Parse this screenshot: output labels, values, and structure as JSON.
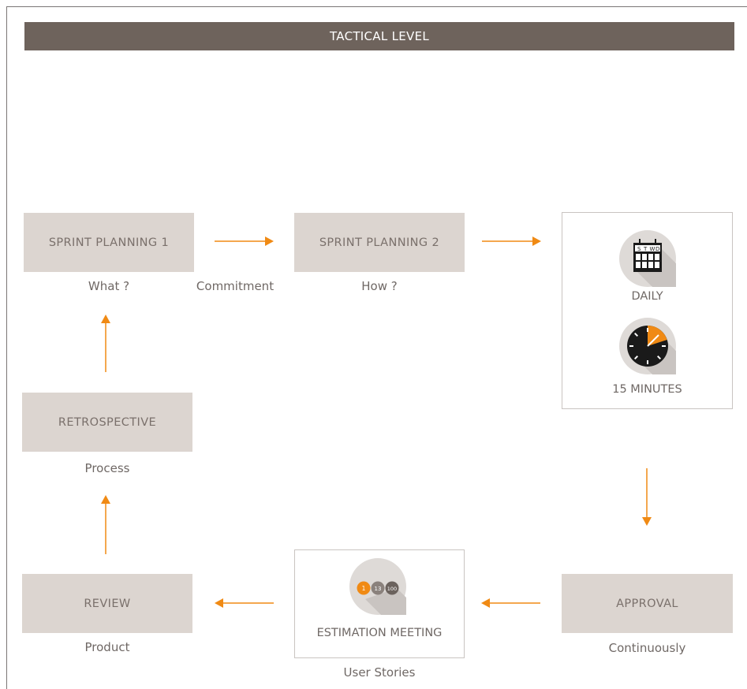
{
  "header": {
    "title": "TACTICAL LEVEL"
  },
  "nodes": {
    "sprint_planning_1": {
      "label": "SPRINT  PLANNING 1",
      "caption": "What ?"
    },
    "sprint_planning_2": {
      "label": "SPRINT  PLANNING 2",
      "caption": "How ?"
    },
    "daily": {
      "label": "DAILY",
      "duration": "15 MINUTES",
      "calendar_letters": [
        "S",
        "T",
        "W",
        "D"
      ]
    },
    "approval": {
      "label": "APPROVAL",
      "caption": "Continuously"
    },
    "estimation_meeting": {
      "label": "ESTIMATION MEETING",
      "caption": "User Stories",
      "chips": [
        "1",
        "13",
        "100"
      ]
    },
    "review": {
      "label": "REVIEW",
      "caption": "Product"
    },
    "retrospective": {
      "label": "RETROSPECTIVE",
      "caption": "Process"
    }
  },
  "edges": {
    "planning1_to_planning2": "Commitment"
  },
  "colors": {
    "header_bg": "#6e635c",
    "box_bg": "#dcd5d0",
    "arrow": "#f08a14",
    "icon_circle": "#dedad7",
    "icon_dark": "#1a1a1a",
    "chip_orange": "#f08a14",
    "chip_gray": "#8a817c",
    "chip_dark": "#6b625d"
  }
}
